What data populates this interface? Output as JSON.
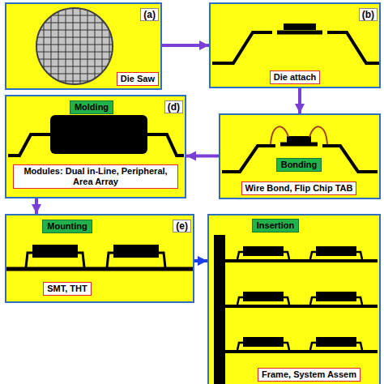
{
  "diagram": {
    "nodes": [
      {
        "text": [
          "(a)",
          "Die Saw"
        ]
      },
      {
        "text": [
          "(b)",
          "Die attach"
        ]
      },
      {
        "text": [
          "Bonding",
          "Wire Bond, Flip Chip TAB"
        ]
      },
      {
        "text": [
          "Molding",
          "(d)",
          "Modules: Dual in-Line, Peripheral, Area Array"
        ]
      },
      {
        "text": [
          "Mounting",
          "(e)",
          "SMT, THT"
        ]
      },
      {
        "text": [
          "Insertion",
          "Frame, System Assem"
        ]
      }
    ],
    "edges": [
      {
        "from": 0,
        "to": 1,
        "arrow": "to"
      },
      {
        "from": 1,
        "to": 2,
        "arrow": "to"
      },
      {
        "from": 2,
        "to": 3,
        "arrow": "to"
      },
      {
        "from": 3,
        "to": 4,
        "arrow": "to"
      },
      {
        "from": 4,
        "to": 5,
        "arrow": "to"
      }
    ]
  }
}
